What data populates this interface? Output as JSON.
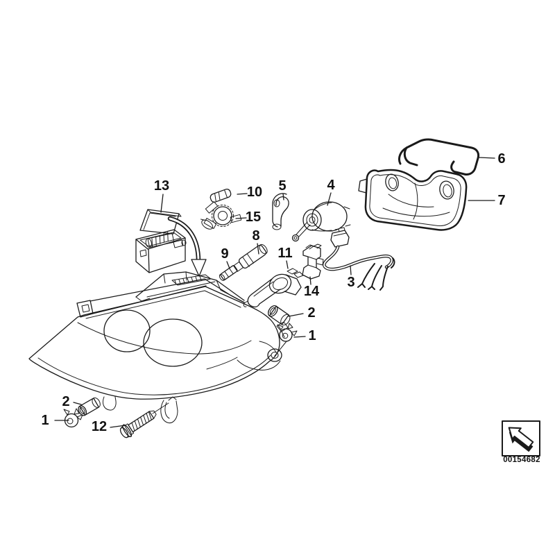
{
  "doc_number": "00154682",
  "colors": {
    "line": "#1a1a1a",
    "background": "#ffffff"
  },
  "callouts": [
    {
      "part": "13",
      "text": "13"
    },
    {
      "part": "10",
      "text": "10"
    },
    {
      "part": "15",
      "text": "15"
    },
    {
      "part": "5",
      "text": "5"
    },
    {
      "part": "4",
      "text": "4"
    },
    {
      "part": "6",
      "text": "6"
    },
    {
      "part": "7",
      "text": "7"
    },
    {
      "part": "8",
      "text": "8"
    },
    {
      "part": "9",
      "text": "9"
    },
    {
      "part": "11",
      "text": "11"
    },
    {
      "part": "14",
      "text": "14"
    },
    {
      "part": "3",
      "text": "3"
    },
    {
      "part": "2",
      "text": "2"
    },
    {
      "part": "1",
      "text": "1"
    },
    {
      "part": "2",
      "text": "2"
    },
    {
      "part": "1",
      "text": "1"
    },
    {
      "part": "12",
      "text": "12"
    }
  ]
}
